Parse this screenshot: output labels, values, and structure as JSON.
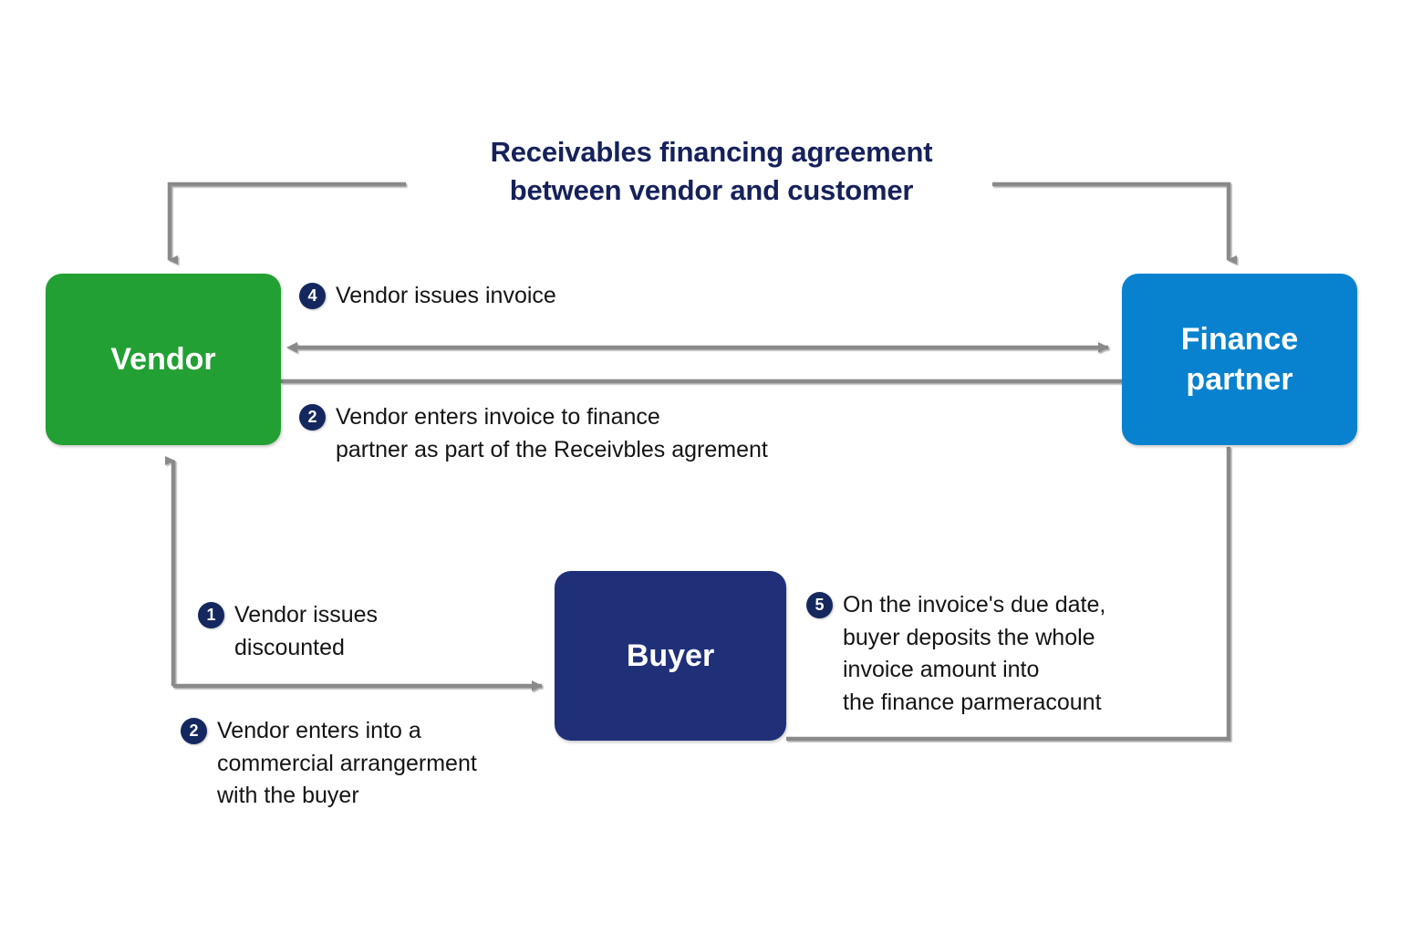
{
  "title": {
    "line1": "Receivables financing agreement",
    "line2": "between vendor and customer"
  },
  "nodes": {
    "vendor": {
      "label": "Vendor",
      "color": "#22A033"
    },
    "finance_partner": {
      "label": "Finance\npartner",
      "color": "#0882CE"
    },
    "buyer": {
      "label": "Buyer",
      "color": "#1F3079"
    }
  },
  "steps": [
    {
      "number": "4",
      "text": "Vendor issues invoice"
    },
    {
      "number": "2",
      "text": "Vendor enters invoice to finance\npartner as part of the Receivbles agrement"
    },
    {
      "number": "1",
      "text": "Vendor issues\ndiscounted"
    },
    {
      "number": "2",
      "text": "Vendor enters into a\ncommercial arrangerment\nwith the buyer"
    },
    {
      "number": "5",
      "text": "On the invoice's due date,\nbuyer deposits the whole\ninvoice amount into\nthe finance parmeracount"
    }
  ],
  "colors": {
    "title_navy": "#16215B",
    "badge_navy": "#14285F",
    "connector_gray": "#7F7F7F",
    "background": "#FFFFFF"
  },
  "connectors": [
    {
      "name": "agreement-to-vendor",
      "from": "title-bar-left",
      "to": "vendor-top",
      "arrow": "end"
    },
    {
      "name": "agreement-to-finance-partner",
      "from": "title-bar-right",
      "to": "finance-partner-top",
      "arrow": "end"
    },
    {
      "name": "vendor-finance-partner-invoice",
      "from": "vendor-right",
      "to": "finance-partner-left",
      "arrow": "both"
    },
    {
      "name": "vendor-finance-partner-entry",
      "from": "vendor-right",
      "to": "finance-partner-left",
      "arrow": "none"
    },
    {
      "name": "finance-partner-to-vendor-discounted",
      "from": "elbow-bottom-left",
      "to": "vendor-bottom",
      "arrow": "end"
    },
    {
      "name": "vendor-to-buyer-arrangement",
      "from": "vendor-bottom-elbow",
      "to": "buyer-left",
      "arrow": "end"
    },
    {
      "name": "buyer-to-finance-partner-deposit",
      "from": "buyer-right",
      "to": "finance-partner-bottom",
      "arrow": "none"
    }
  ]
}
